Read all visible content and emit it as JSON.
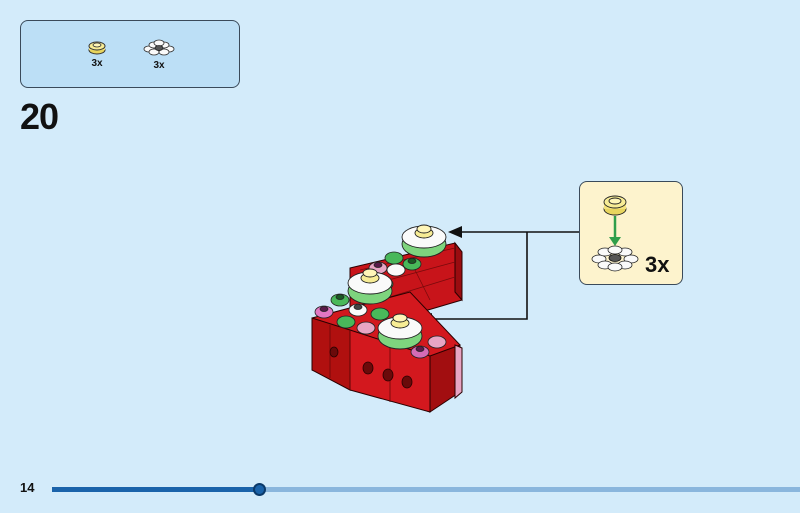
{
  "parts_list": {
    "items": [
      {
        "name": "yellow-round-plate",
        "qty": "3x"
      },
      {
        "name": "white-flower-plate",
        "qty": "3x"
      }
    ]
  },
  "step": {
    "number": "20"
  },
  "callout": {
    "qty": "3x"
  },
  "footer": {
    "page_number": "14"
  },
  "progress": {
    "fraction": 0.277
  }
}
